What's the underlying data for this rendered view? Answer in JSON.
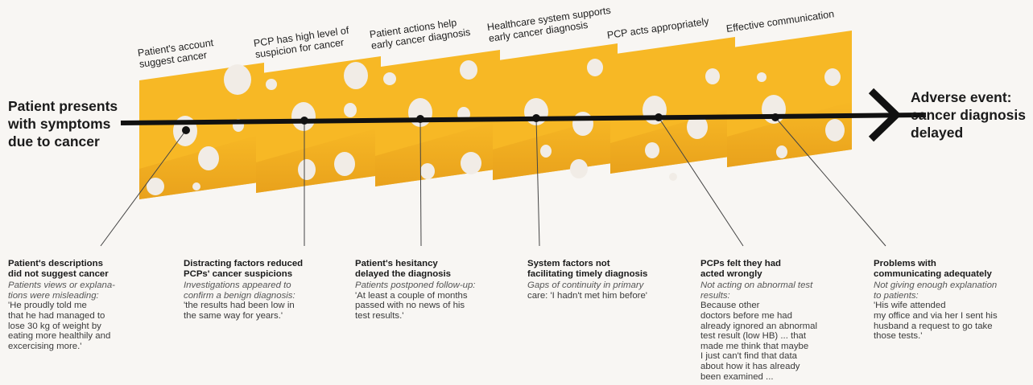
{
  "colors": {
    "cheese": "#f7b825",
    "cheese_shadow": "#e79f1b",
    "hole": "#f1ece6",
    "arrow": "#111111",
    "background": "#f8f6f3"
  },
  "start_label": [
    "Patient presents",
    "with symptoms",
    "due to cancer"
  ],
  "end_label": [
    "Adverse event:",
    "cancer diagnosis",
    "delayed"
  ],
  "slices": [
    {
      "title": [
        "Patient's account",
        "suggest cancer"
      ],
      "note": {
        "heading": [
          "Patient's descriptions",
          "did not suggest cancer"
        ],
        "italic": [
          "Patients views or explana-",
          "tions were misleading:"
        ],
        "quote": [
          "'He proudly told me",
          "that he had managed to",
          "lose 30 kg of weight by",
          "eating more healthily and",
          "excercising more.'"
        ]
      }
    },
    {
      "title": [
        "PCP has high level of",
        "suspicion for cancer"
      ],
      "note": {
        "heading": [
          "Distracting factors reduced",
          "PCPs' cancer suspicions"
        ],
        "italic": [
          "Investigations appeared to",
          "confirm a benign diagnosis:"
        ],
        "quote": [
          "'the results had been low in",
          "the same way for years.'"
        ]
      }
    },
    {
      "title": [
        "Patient actions help",
        "early cancer diagnosis"
      ],
      "note": {
        "heading": [
          "Patient's hesitancy",
          "delayed the diagnosis"
        ],
        "italic": [
          "Patients postponed follow-up:"
        ],
        "quote": [
          "'At least a couple of months",
          "passed with no news of his",
          "test results.'"
        ]
      }
    },
    {
      "title": [
        "Healthcare system supports",
        "early cancer diagnosis"
      ],
      "note": {
        "heading": [
          "System factors not",
          "facilitating timely diagnosis"
        ],
        "italic": [
          "Gaps of continuity in primary"
        ],
        "quote": [
          "care: 'I hadn't met him before'"
        ]
      }
    },
    {
      "title": [
        "PCP acts appropriately"
      ],
      "note": {
        "heading": [
          "PCPs felt they had",
          "acted wrongly"
        ],
        "italic": [
          "Not acting on abnormal test",
          "results:"
        ],
        "quote": [
          "Because other",
          "doctors before me had",
          "already ignored an abnormal",
          "test result (low HB) ... that",
          "made me think that maybe",
          "I just can't find that data",
          "about how it has already",
          "been examined ..."
        ]
      }
    },
    {
      "title": [
        "Effective communication"
      ],
      "note": {
        "heading": [
          "Problems with",
          "communicating adequately"
        ],
        "italic": [
          "Not giving enough explanation",
          "to patients:"
        ],
        "quote": [
          "'His wife attended",
          "my office and via her I sent his",
          "husband a request to go take",
          "those tests.'"
        ]
      }
    }
  ]
}
